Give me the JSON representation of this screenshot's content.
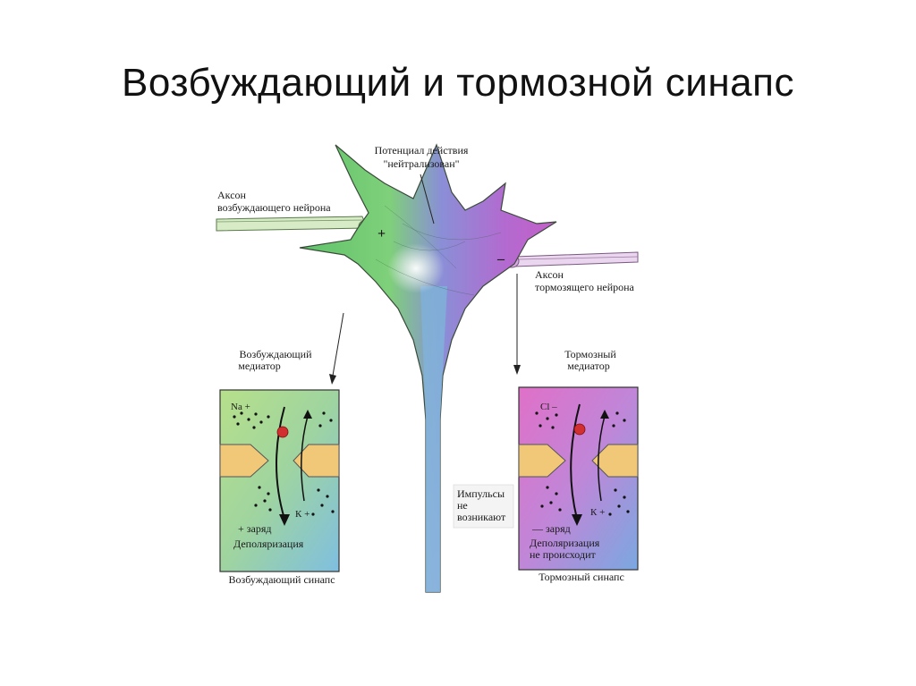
{
  "title": "Возбуждающий и тормозной синапс",
  "labels": {
    "potential_line1": "Потенциал действия",
    "potential_line2": "\"нейтрализован\"",
    "excitatory_axon_line1": "Аксон",
    "excitatory_axon_line2": "возбуждающего нейрона",
    "inhibitory_axon_line1": "Аксон",
    "inhibitory_axon_line2": "тормозящего нейрона",
    "plus_sign": "+",
    "minus_sign": "–",
    "excitatory_mediator_line1": "Возбуждающий",
    "excitatory_mediator_line2": "медиатор",
    "inhibitory_mediator_line1": "Тормозный",
    "inhibitory_mediator_line2": "медиатор",
    "na_ion": "Na +",
    "k_ion_left": "К +",
    "plus_charge": "+ заряд",
    "depolarization": "Деполяризация",
    "excitatory_synapse": "Возбуждающий синапс",
    "cl_ion": "Cl –",
    "k_ion_right": "К +",
    "minus_charge": "— заряд",
    "no_depolarization_line1": "Деполяризация",
    "no_depolarization_line2": "не происходит",
    "inhibitory_synapse": "Тормозный синапс",
    "impulses_line1": "Импульсы",
    "impulses_line2": "не",
    "impulses_line3": "возникают"
  }
}
